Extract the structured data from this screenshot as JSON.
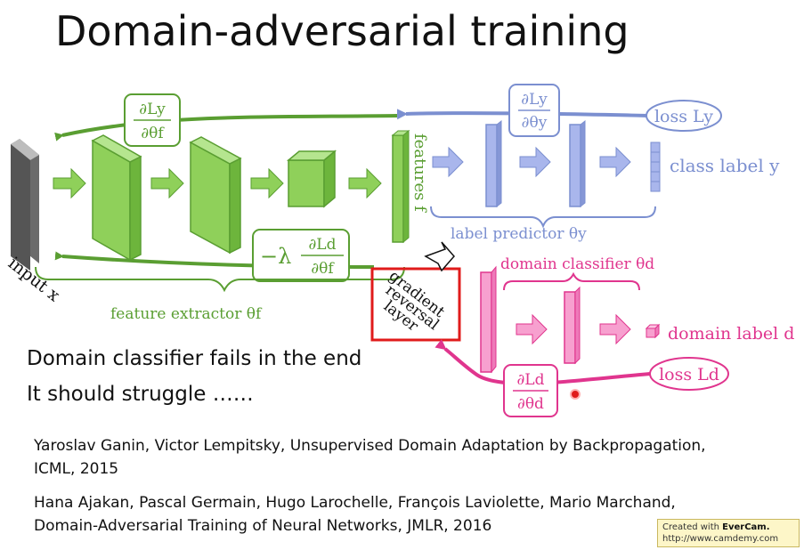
{
  "slide": {
    "title": "Domain-adversarial training",
    "notes": [
      "Domain classifier fails in the end",
      "It should struggle ……"
    ]
  },
  "diagram": {
    "input_label": "input x",
    "features_label": "features f",
    "label_predictor": "label predictor θy",
    "class_label": "class label y",
    "loss_y": "loss Ly",
    "grad_y": [
      "∂Ly",
      "∂θy"
    ],
    "grad_f": [
      "∂Ly",
      "∂θf"
    ],
    "grad_rev": [
      "−λ",
      "∂Ld",
      "∂θf"
    ],
    "feature_extractor": "feature extractor θf",
    "gradient_reversal": [
      "gradient",
      "reversal",
      "layer"
    ],
    "domain_classifier": "domain classifier θd",
    "domain_label": "domain label d",
    "loss_d": "loss Ld",
    "grad_d": [
      "∂Ld",
      "∂θd"
    ],
    "colors": {
      "green": "#5a9e32",
      "green_fill": "#8fd05a",
      "blue": "#7b8fd0",
      "blue_fill": "#a9b6ec",
      "pink": "#e0358e",
      "pink_fill": "#f7a0cf",
      "red_box": "#e01b1b"
    }
  },
  "references": [
    [
      "Yaroslav Ganin, Victor Lempitsky, Unsupervised Domain Adaptation by Backpropagation,",
      "ICML, 2015"
    ],
    [
      "Hana Ajakan, Pascal Germain, Hugo Larochelle, François Laviolette, Mario Marchand,",
      "Domain-Adversarial Training of Neural Networks, JMLR, 2016"
    ]
  ],
  "watermark": {
    "line1_prefix": "Created with ",
    "line1_brand": "EverCam.",
    "line2": "http://www.camdemy.com"
  }
}
